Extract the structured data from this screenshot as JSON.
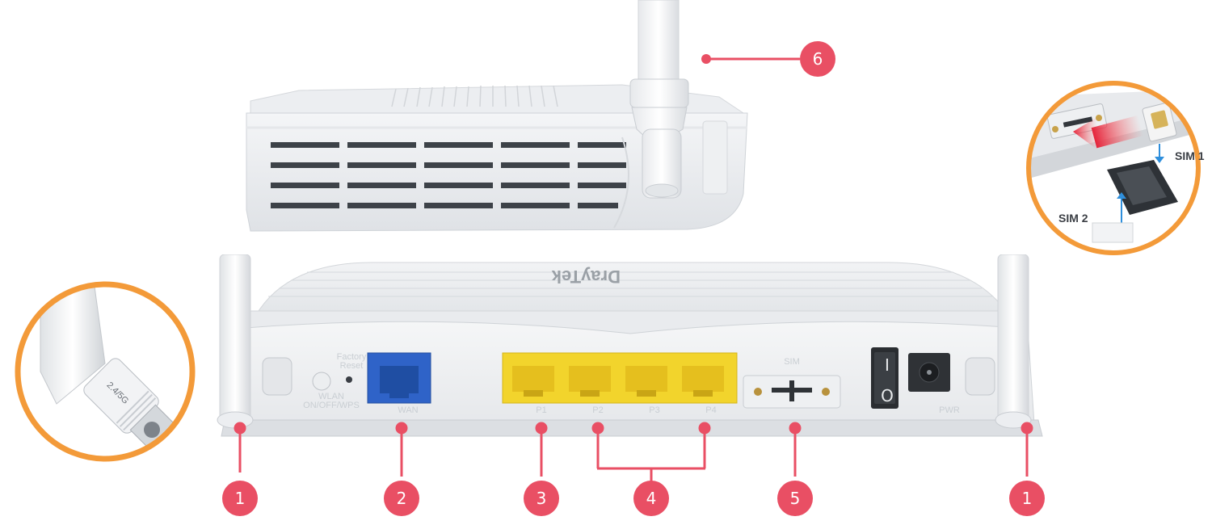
{
  "labels": {
    "factory_reset_line1": "Factory",
    "factory_reset_line2": "Reset",
    "wlan_line1": "WLAN",
    "wlan_line2": "ON/OFF/WPS",
    "wan": "WAN",
    "p1": "P1",
    "p2": "P2",
    "p3": "P3",
    "p4": "P4",
    "sim": "SIM",
    "pwr": "PWR",
    "power_on": "I",
    "power_off": "O",
    "antenna_marking": "2.4/5G"
  },
  "callouts": {
    "antenna_left": "1",
    "wan": "2",
    "p1": "3",
    "p2_p4": "4",
    "sim": "5",
    "antenna_right": "1",
    "antenna_side": "6"
  },
  "sim_inset": {
    "sim1": "SIM 1",
    "sim2": "SIM 2"
  },
  "colors": {
    "callout": "#e94f64",
    "ring": "#f39a39",
    "wan_port": "#2f63c8",
    "lan_port": "#f2d42c",
    "arrow_blue": "#2f8fdc"
  }
}
